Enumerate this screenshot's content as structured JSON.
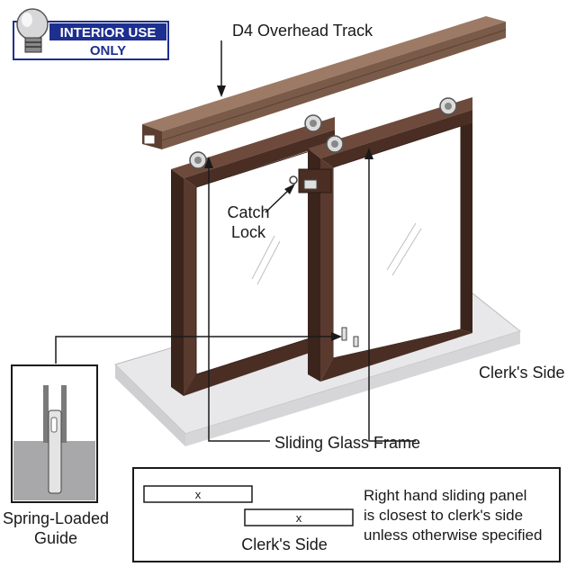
{
  "badge": {
    "line1": "INTERIOR USE",
    "line2": "ONLY",
    "color": "#1d2f8f",
    "icon": "lightbulb-icon"
  },
  "labels": {
    "track": "D4 Overhead Track",
    "catch_line1": "Catch",
    "catch_line2": "Lock",
    "clerks_side": "Clerk's Side",
    "sliding_frame": "Sliding Glass Frame",
    "guide_line1": "Spring-Loaded",
    "guide_line2": "Guide"
  },
  "plan": {
    "panel_mark_1": "x",
    "panel_mark_2": "x",
    "caption": "Clerk's Side",
    "note_line1": "Right hand sliding panel",
    "note_line2": "is closest to clerk's side",
    "note_line3": "unless otherwise specified"
  },
  "colors": {
    "frame": "#4a2e24",
    "frame_light": "#6e4a3c",
    "track": "#7a5a48",
    "counter": "#e6e6e8",
    "counter_side": "#c9c9cc"
  }
}
